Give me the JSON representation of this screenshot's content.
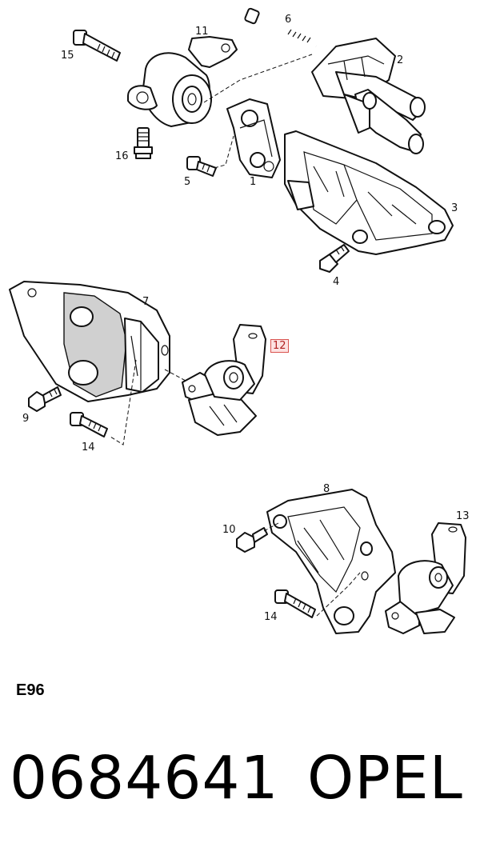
{
  "callouts": [
    {
      "id": "1",
      "text": "1"
    },
    {
      "id": "2",
      "text": "2"
    },
    {
      "id": "3",
      "text": "3"
    },
    {
      "id": "4",
      "text": "4"
    },
    {
      "id": "5",
      "text": "5"
    },
    {
      "id": "6",
      "text": "6"
    },
    {
      "id": "7",
      "text": "7"
    },
    {
      "id": "8",
      "text": "8"
    },
    {
      "id": "9",
      "text": "9"
    },
    {
      "id": "10",
      "text": "10"
    },
    {
      "id": "11",
      "text": "11"
    },
    {
      "id": "12",
      "text": "12",
      "highlighted": true
    },
    {
      "id": "13",
      "text": "13"
    },
    {
      "id": "14a",
      "text": "14"
    },
    {
      "id": "14b",
      "text": "14"
    },
    {
      "id": "15",
      "text": "15"
    },
    {
      "id": "16",
      "text": "16"
    }
  ],
  "diagram_code": "E96",
  "part_number": "0684641",
  "brand": "OPEL",
  "highlight_color": "#d9534f"
}
